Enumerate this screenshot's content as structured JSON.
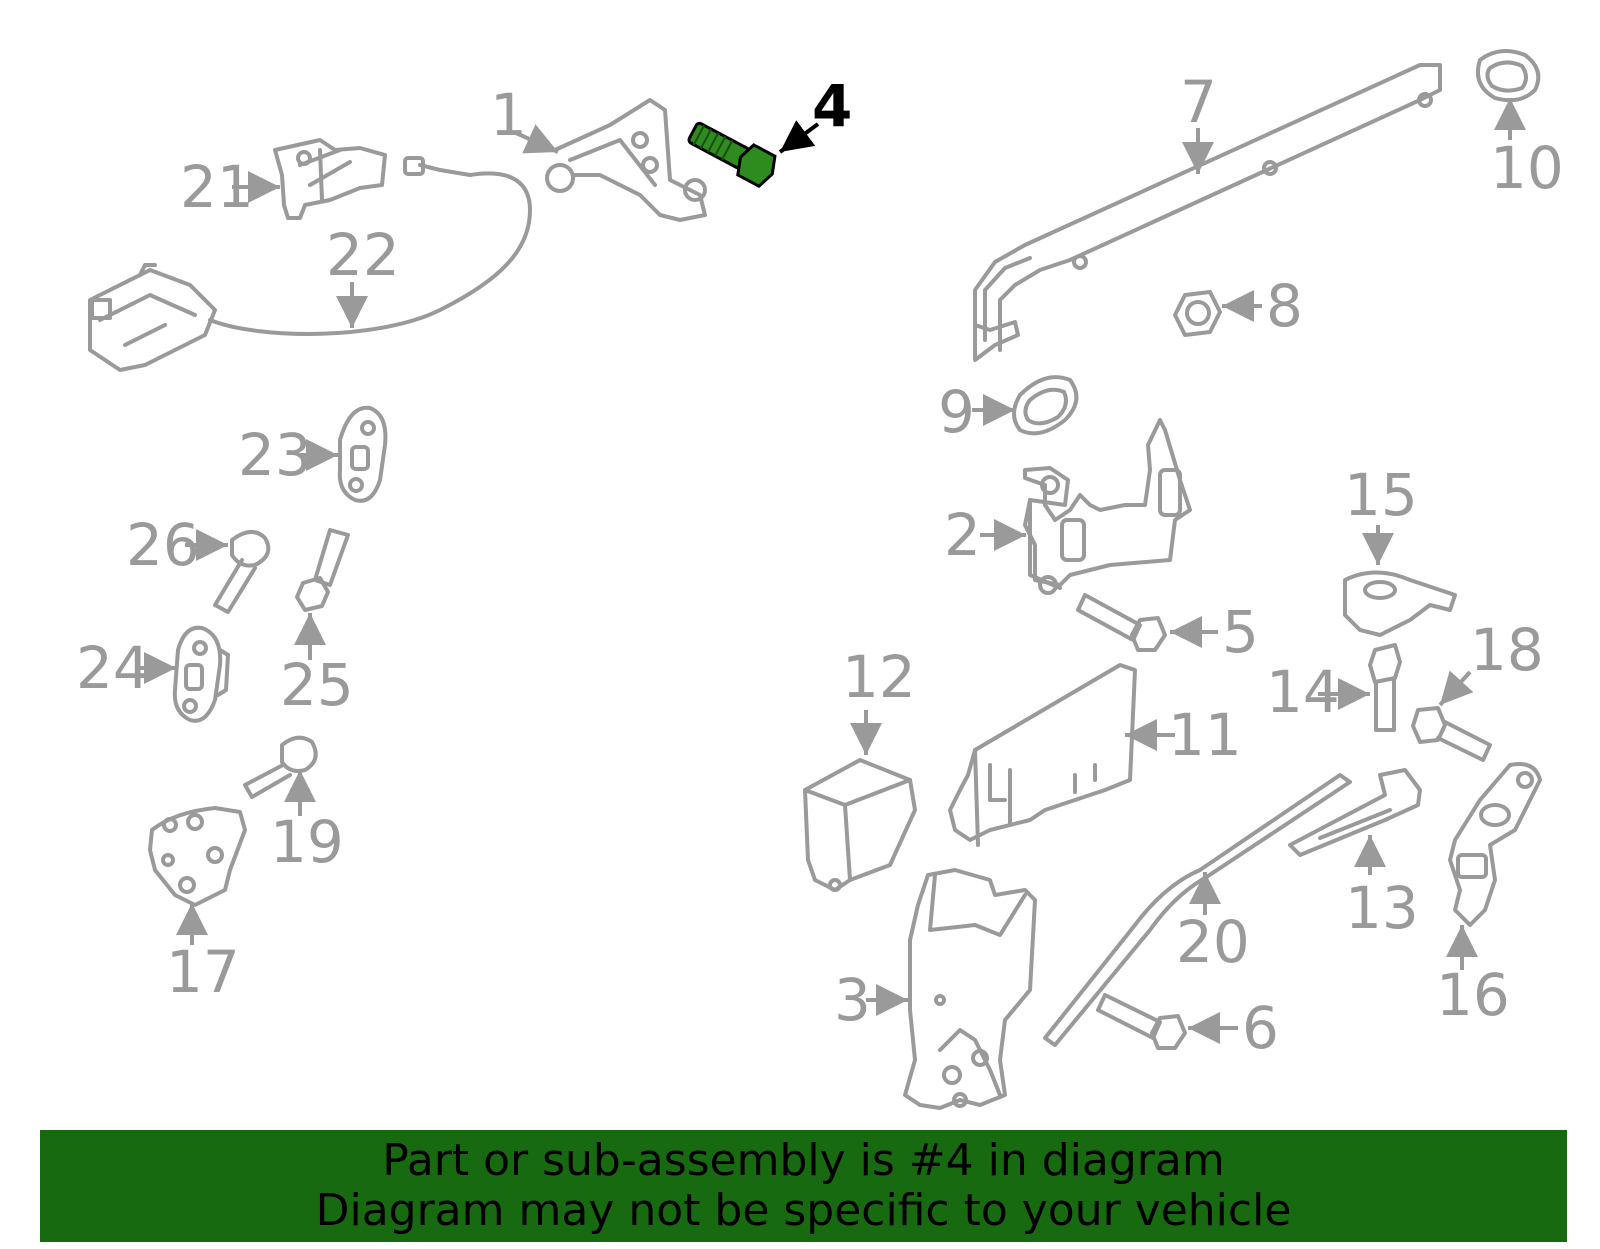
{
  "diagram": {
    "highlighted_part": "4",
    "highlight_color": "#2e8b1e",
    "line_color": "#9a9a9a",
    "callouts": [
      "1",
      "2",
      "3",
      "4",
      "5",
      "6",
      "7",
      "8",
      "9",
      "10",
      "11",
      "12",
      "13",
      "14",
      "15",
      "16",
      "17",
      "18",
      "19",
      "20",
      "21",
      "22",
      "23",
      "24",
      "25",
      "26"
    ]
  },
  "banner": {
    "line1": "Part or sub-assembly is #4 in diagram",
    "line2": "Diagram may not be specific to your vehicle",
    "background": "#176a10"
  }
}
